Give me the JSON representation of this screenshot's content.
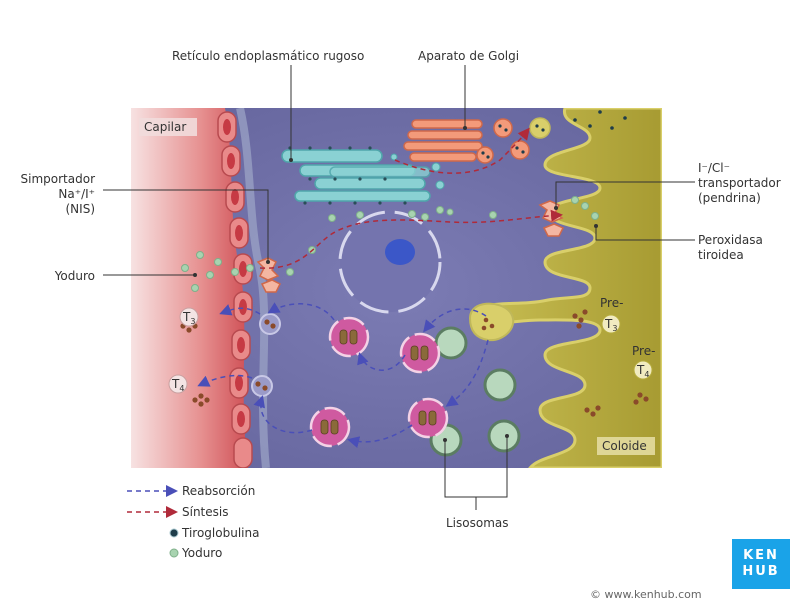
{
  "labels": {
    "rer": "Retículo endoplasmático rugoso",
    "golgi": "Aparato de Golgi",
    "nis_1": "Simportador",
    "nis_2": "Na⁺/I⁺",
    "nis_3": "(NIS)",
    "yoduro": "Yoduro",
    "pend_1": "I⁻/Cl⁻",
    "pend_2": "transportador",
    "pend_3": "(pendrina)",
    "perox_1": "Peroxidasa",
    "perox_2": "tiroidea",
    "pre1": "Pre-",
    "pre2": "Pre-",
    "lisosomas": "Lisosomas",
    "capilar": "Capilar",
    "coloide": "Coloide"
  },
  "hormones": {
    "t3_letter": "T",
    "t3_sub": "3",
    "t4_letter": "T",
    "t4_sub": "4"
  },
  "legend": {
    "reabsorcion": "Reabsorción",
    "sintesis": "Síntesis",
    "tiroglobulina": "Tiroglobulina",
    "yoduro": "Yoduro"
  },
  "colors": {
    "reabsorcion_arrow": "#4a4fb8",
    "sintesis_arrow": "#b02a3a",
    "tiroglobulina": "#1f3d4a",
    "yoduro": "#a8d3b0",
    "cell": "#6e6ea8",
    "colloid": "#b6ac3e",
    "capillary": "#d45a5a"
  },
  "branding": {
    "logo_line1": "KEN",
    "logo_line2": "HUB",
    "copyright": "© www.kenhub.com"
  }
}
